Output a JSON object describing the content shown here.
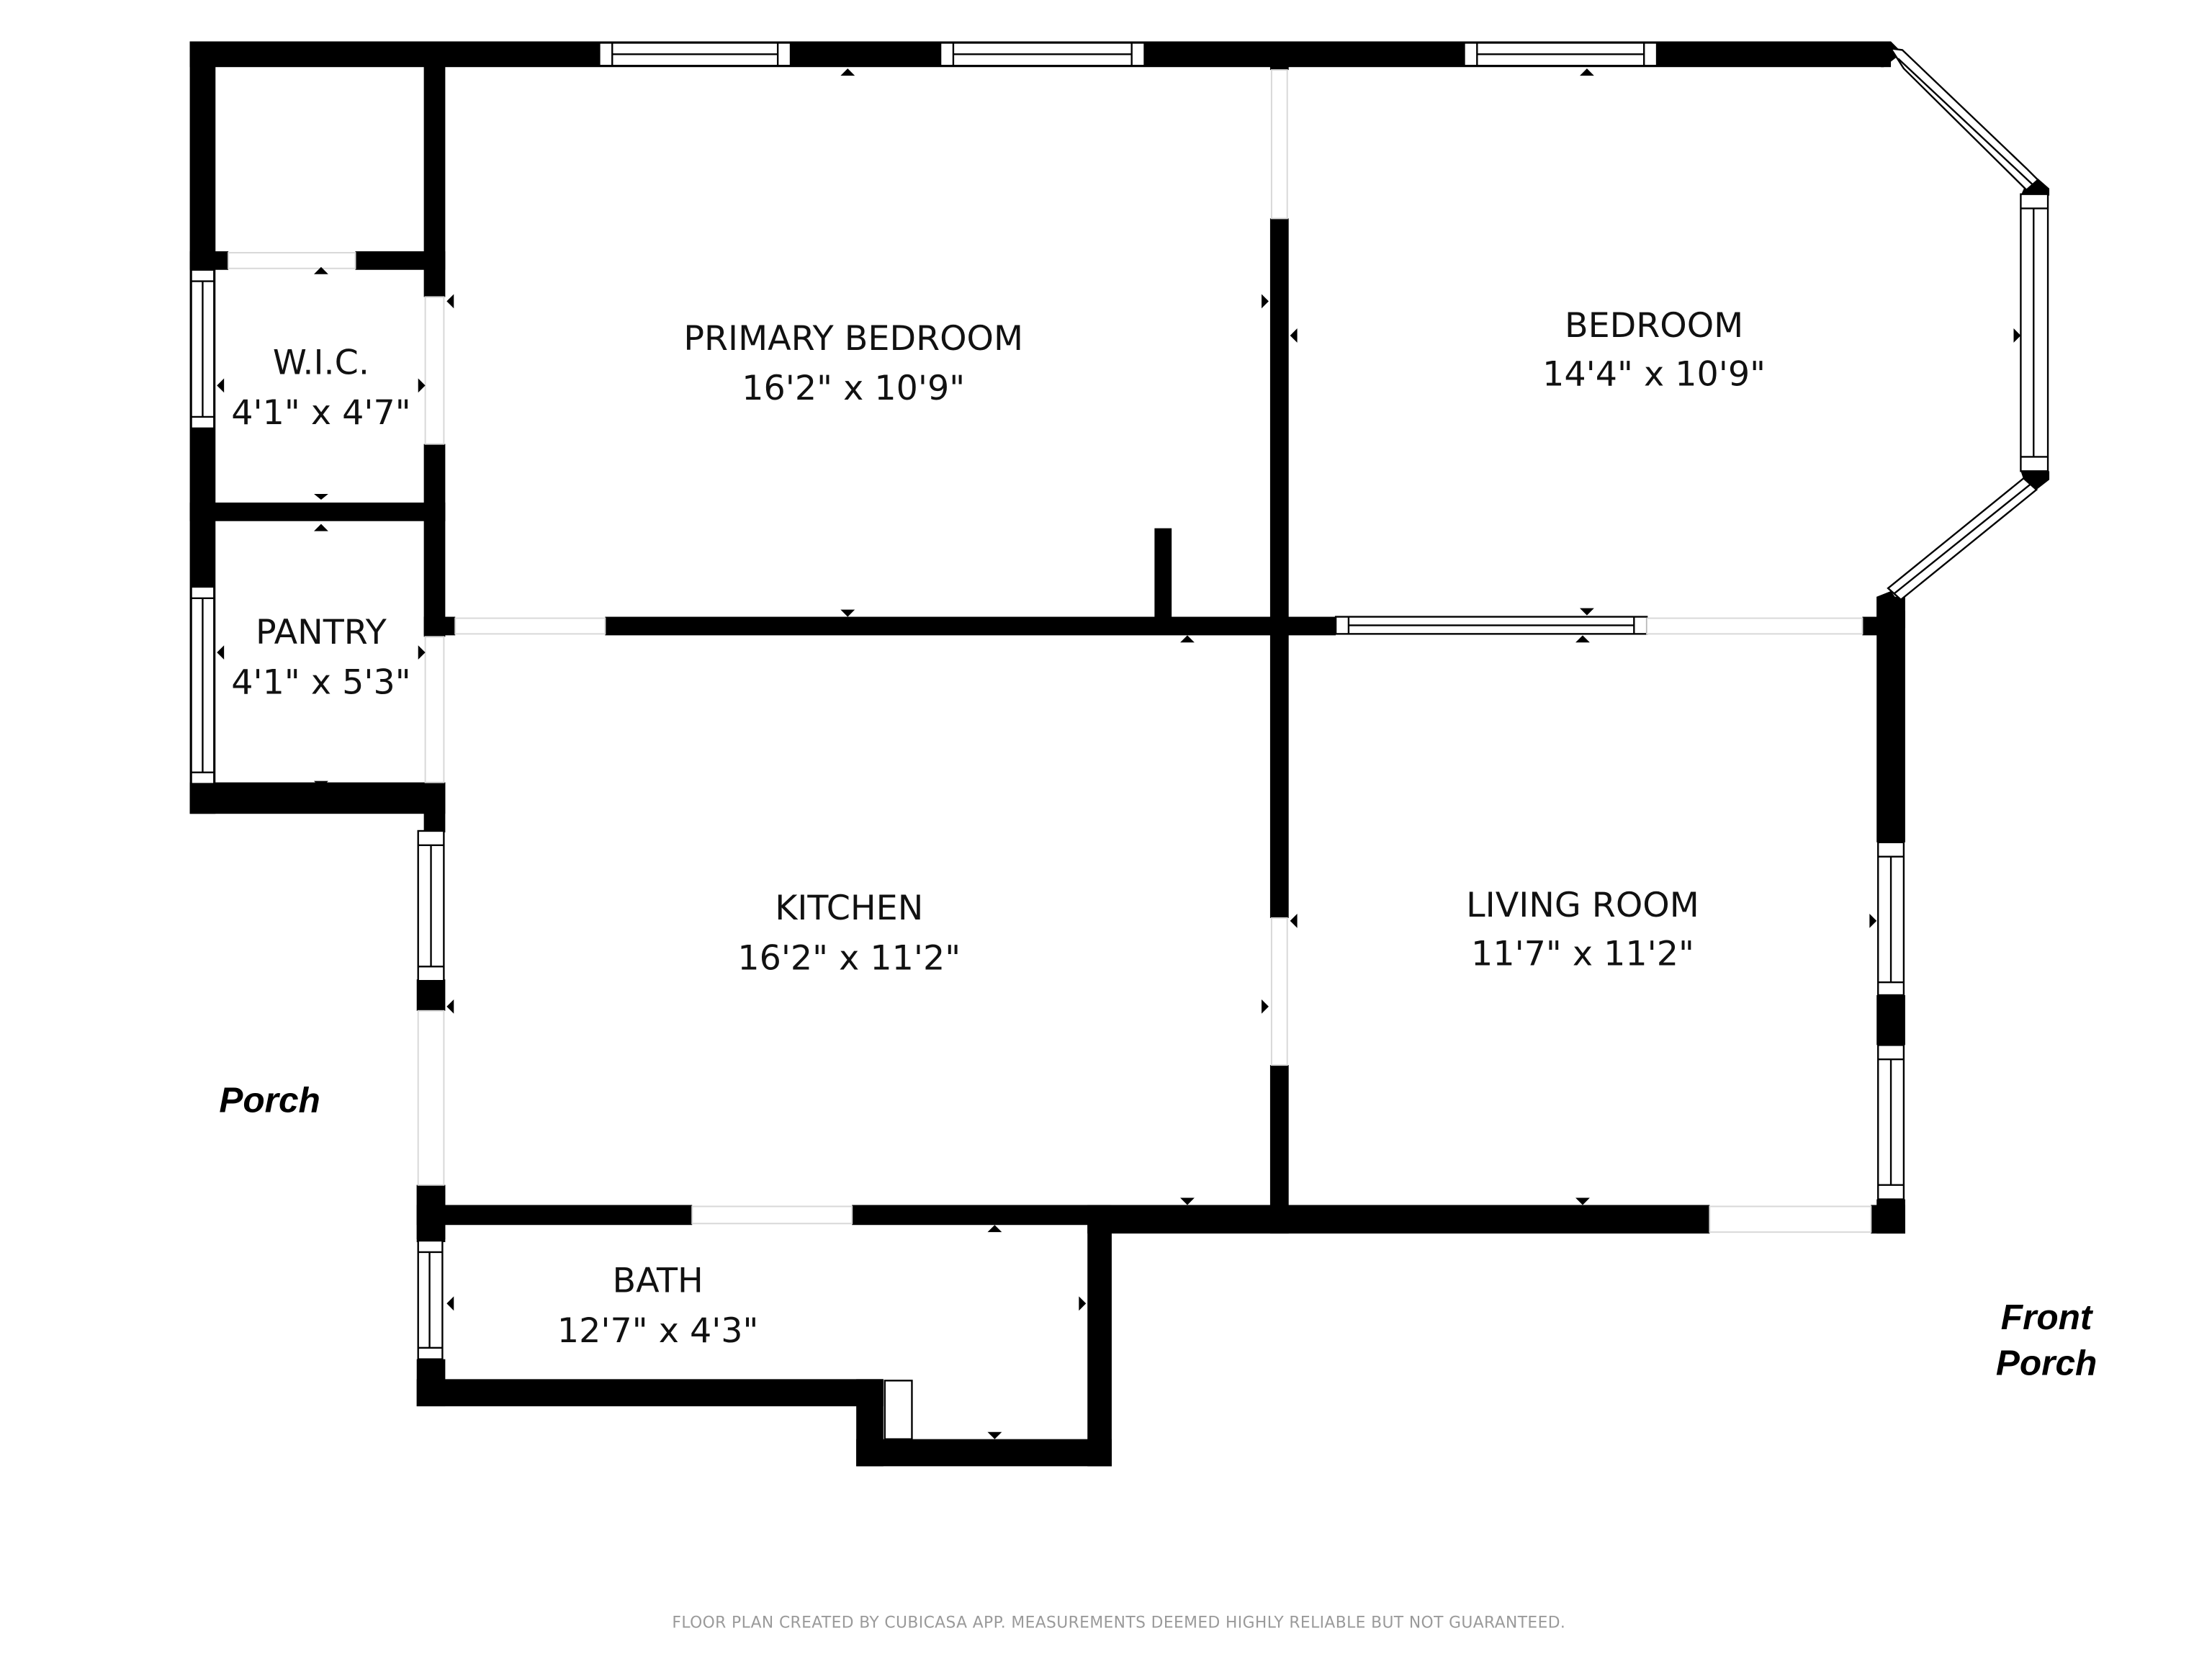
{
  "floor_plan": {
    "rooms": [
      {
        "id": "primary-bedroom",
        "name": "PRIMARY BEDROOM",
        "dimensions": "16'2\" x 10'9\""
      },
      {
        "id": "bedroom",
        "name": "BEDROOM",
        "dimensions": "14'4\" x 10'9\""
      },
      {
        "id": "wic",
        "name": "W.I.C.",
        "dimensions": "4'1\" x 4'7\""
      },
      {
        "id": "pantry",
        "name": "PANTRY",
        "dimensions": "4'1\" x 5'3\""
      },
      {
        "id": "kitchen",
        "name": "KITCHEN",
        "dimensions": "16'2\" x 11'2\""
      },
      {
        "id": "living-room",
        "name": "LIVING ROOM",
        "dimensions": "11'7\" x 11'2\""
      },
      {
        "id": "bath",
        "name": "BATH",
        "dimensions": "12'7\" x 4'3\""
      }
    ],
    "outside_areas": [
      {
        "id": "porch",
        "lines": [
          "Porch"
        ]
      },
      {
        "id": "front-porch",
        "lines": [
          "Front",
          "Porch"
        ]
      }
    ],
    "footer": "FLOOR PLAN CREATED BY CUBICASA APP. MEASUREMENTS DEEMED HIGHLY RELIABLE BUT NOT GUARANTEED.",
    "colors": {
      "wall": "#000000",
      "background": "#ffffff",
      "footer_text": "#9a9a9a"
    }
  }
}
